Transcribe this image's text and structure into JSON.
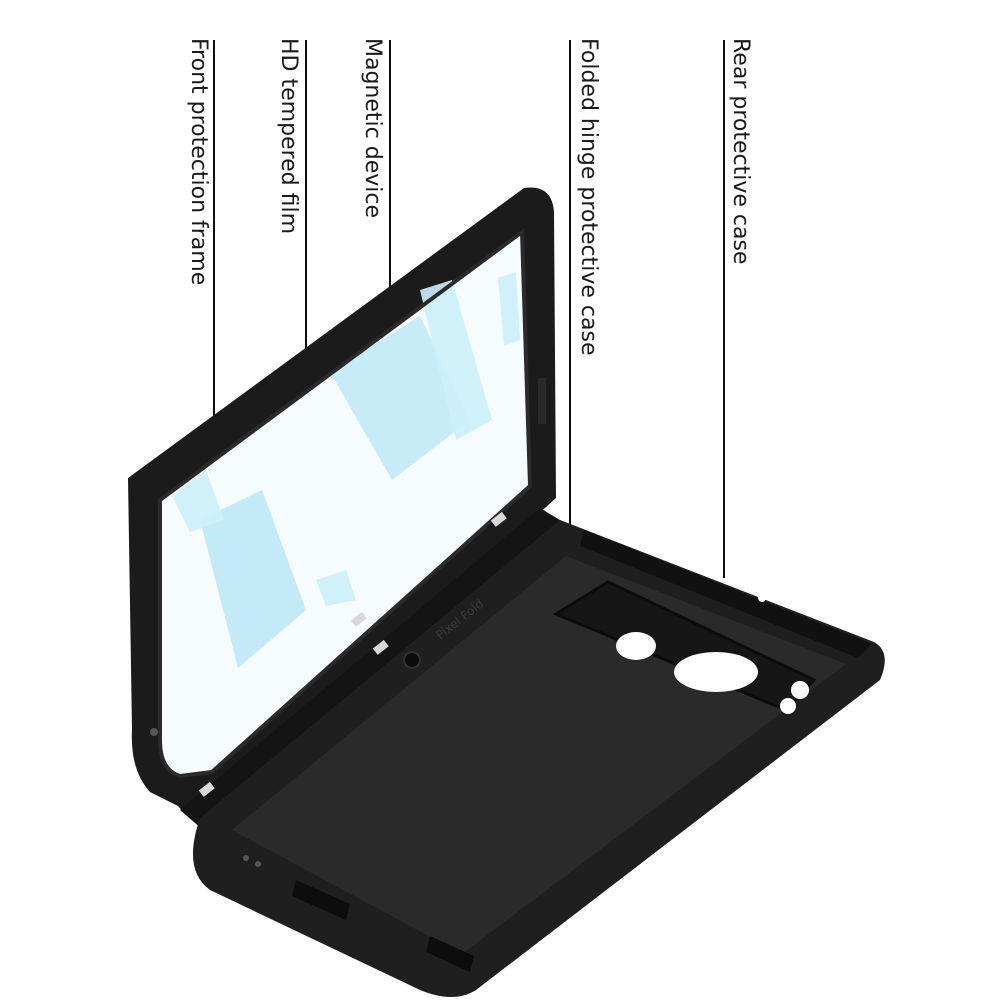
{
  "callouts": [
    {
      "id": "front-protection-frame",
      "text": "Front protection frame"
    },
    {
      "id": "hd-tempered-film",
      "text": "HD tempered film"
    },
    {
      "id": "magnetic-device",
      "text": "Magnetic device"
    },
    {
      "id": "folded-hinge-protective-case",
      "text": "Folded hinge protective case"
    },
    {
      "id": "rear-protective-case",
      "text": "Rear protective case"
    }
  ],
  "product": {
    "engraved_text": "Pixel Fold"
  },
  "colors": {
    "case": "#1b1b1b",
    "case_inner": "#2a2a2a",
    "film_tint": "#bfe8f7",
    "leader_line": "#111111",
    "background": "#ffffff"
  }
}
